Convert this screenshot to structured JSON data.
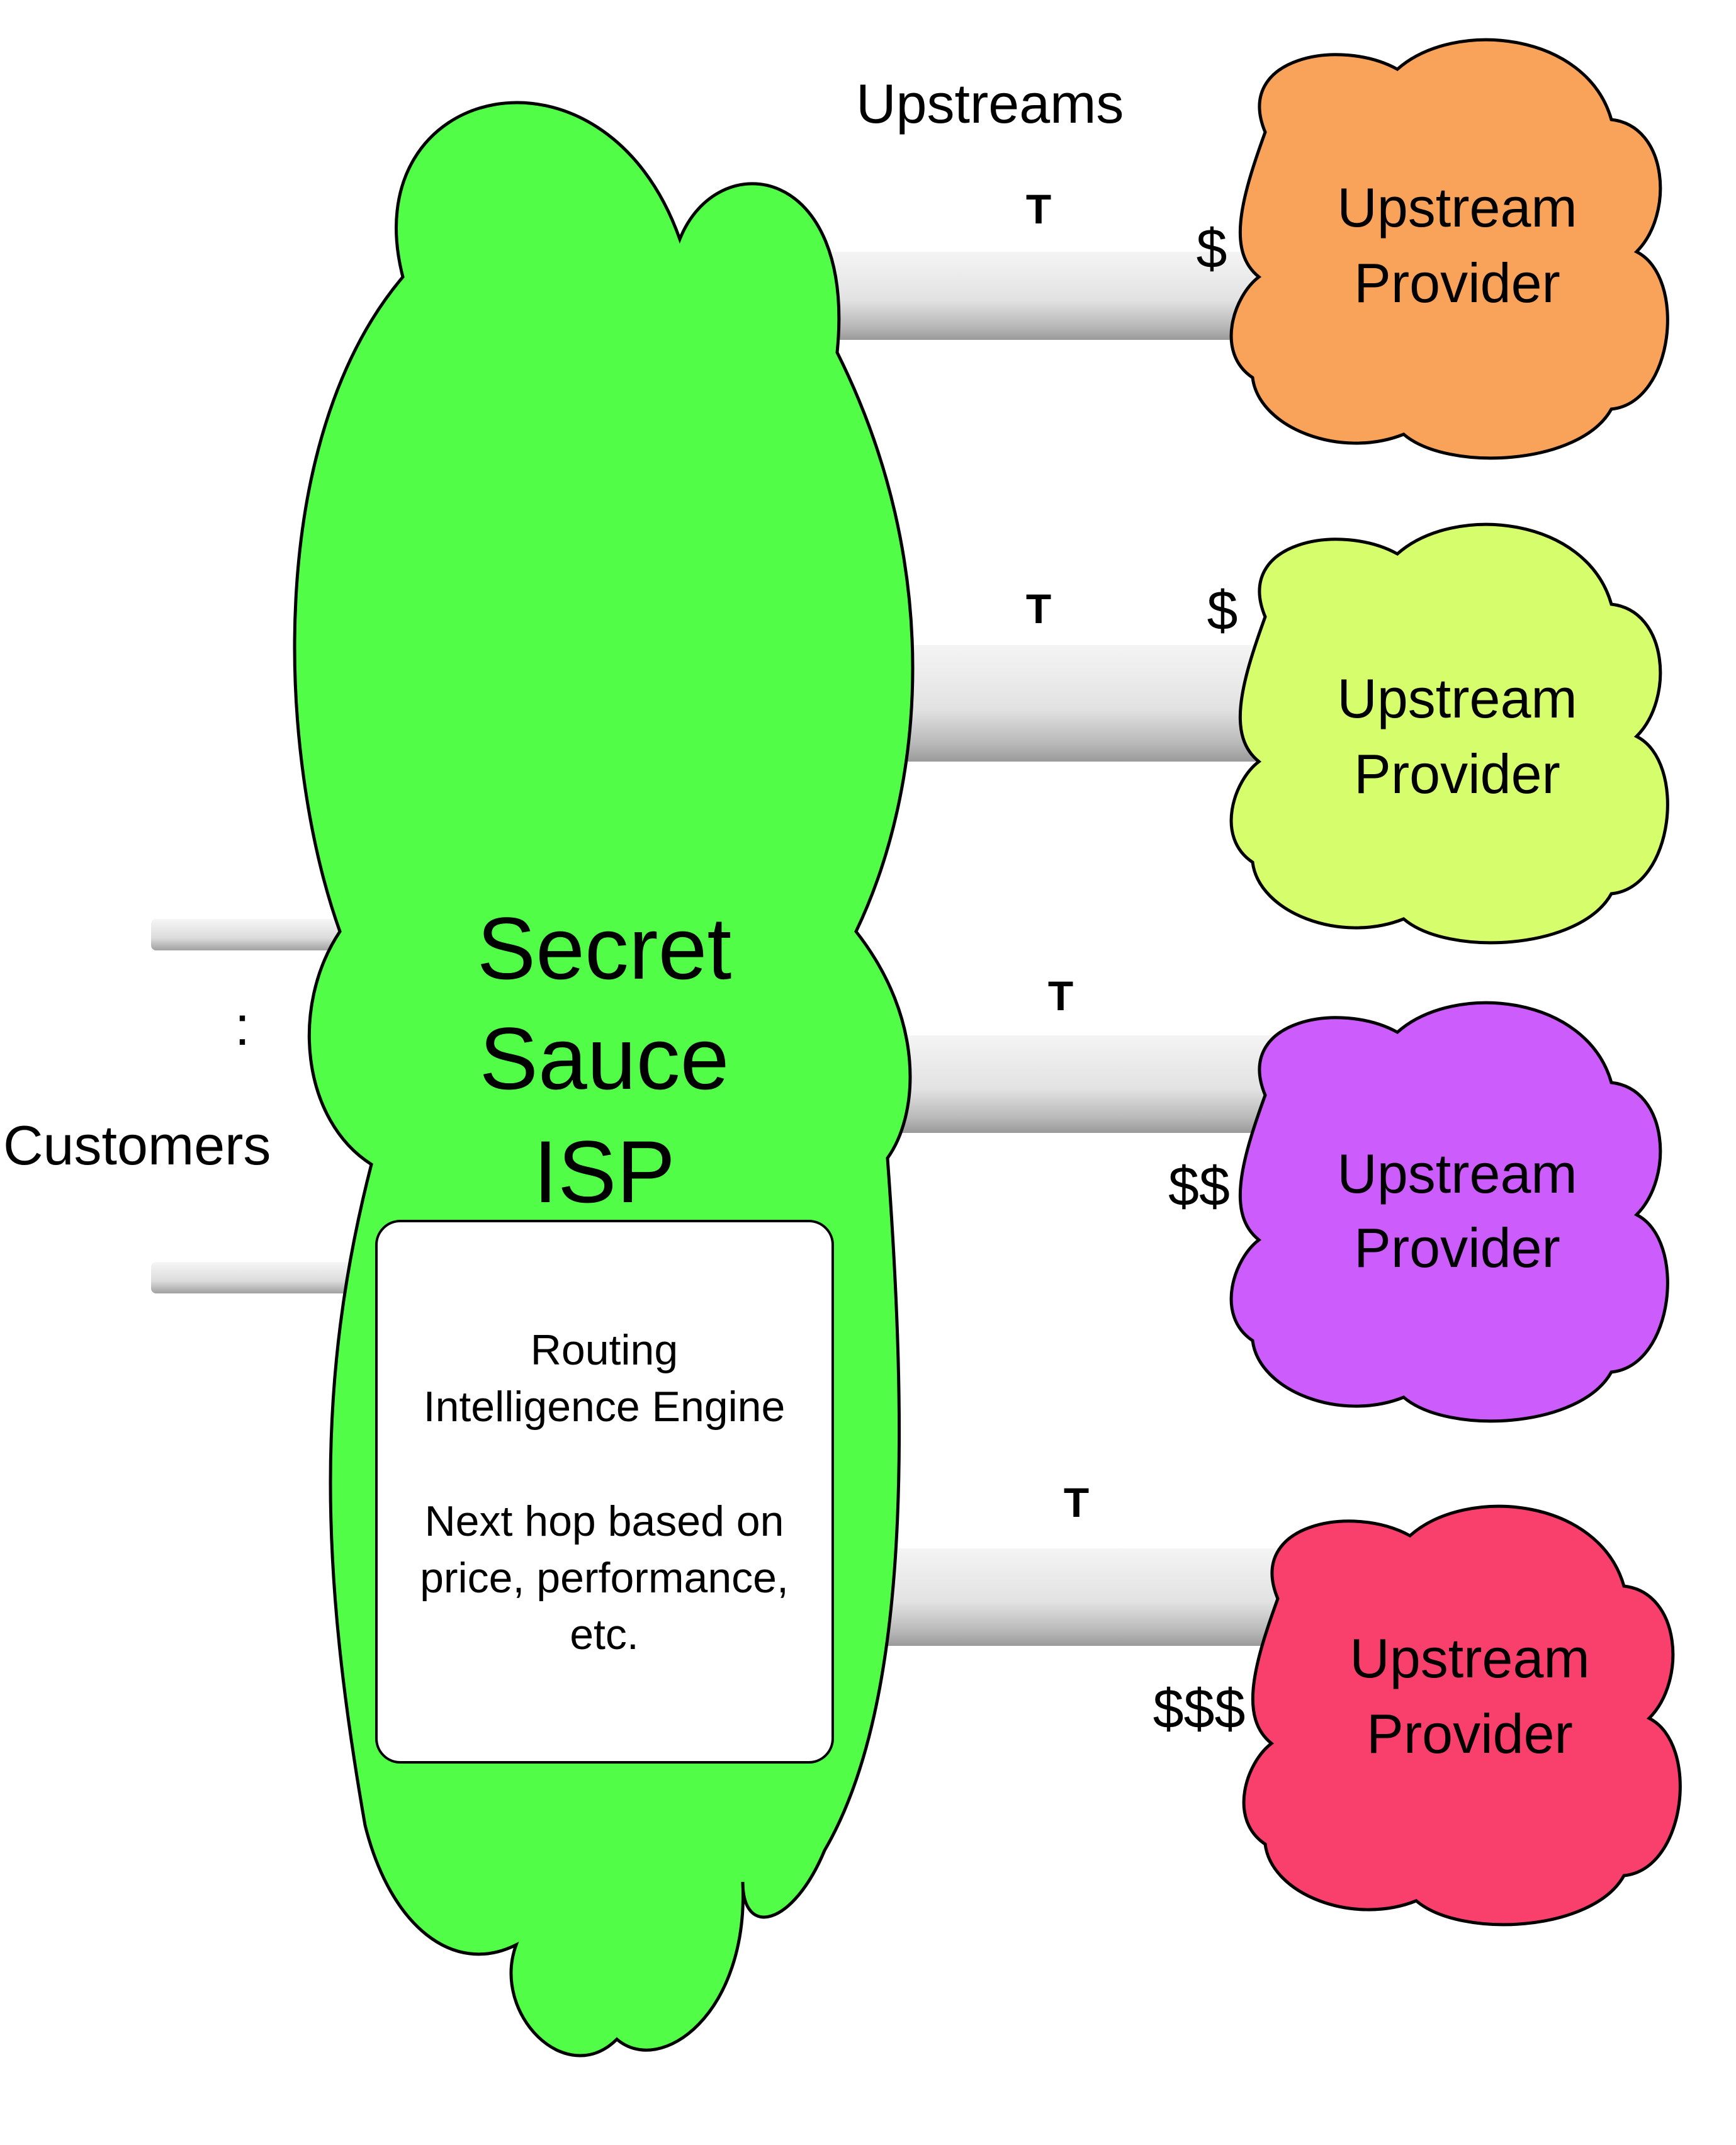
{
  "labels": {
    "upstreams": "Upstreams",
    "customers": "Customers",
    "colon": ":"
  },
  "isp": {
    "name_lines": [
      "Secret",
      "Sauce",
      "ISP"
    ],
    "color": "#52fd48"
  },
  "engine": {
    "lines": [
      "Routing",
      "Intelligence Engine",
      "",
      "Next hop based on",
      "price, performance,",
      "etc."
    ]
  },
  "links": [
    {
      "transit": "T",
      "cost": "$"
    },
    {
      "transit": "T",
      "cost": "$"
    },
    {
      "transit": "T",
      "cost": "$$"
    },
    {
      "transit": "T",
      "cost": "$$$"
    }
  ],
  "providers": [
    {
      "lines": [
        "Upstream",
        "Provider"
      ],
      "color": "#f9a35a"
    },
    {
      "lines": [
        "Upstream",
        "Provider"
      ],
      "color": "#d6fd6c"
    },
    {
      "lines": [
        "Upstream",
        "Provider"
      ],
      "color": "#cc5cfc"
    },
    {
      "lines": [
        "Upstream",
        "Provider"
      ],
      "color": "#f93f6b"
    }
  ]
}
